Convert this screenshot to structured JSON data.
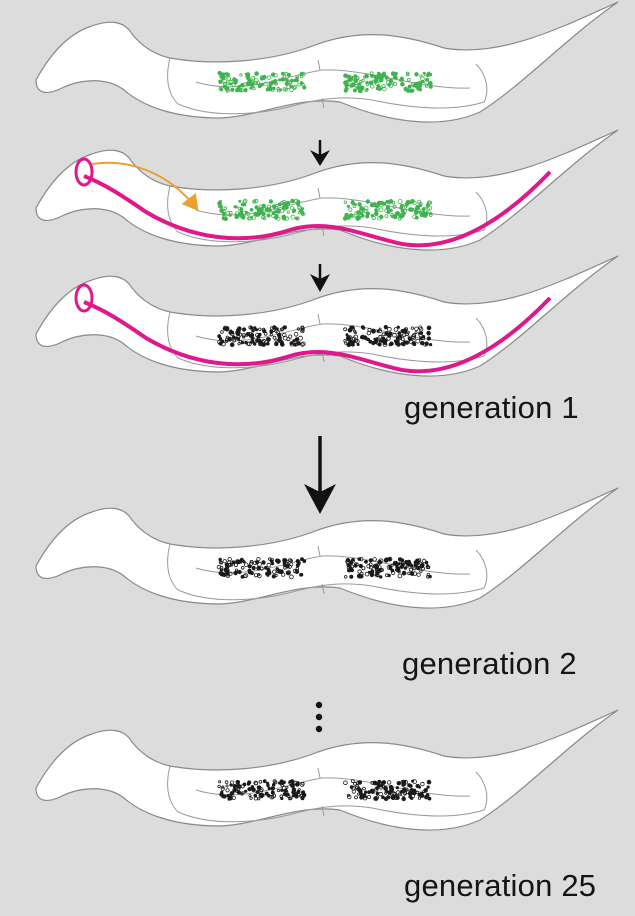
{
  "labels": {
    "generation_1": "generation 1",
    "generation_2": "generation 2",
    "generation_25": "generation 25"
  },
  "worms": [
    {
      "name": "worm-parent",
      "germline": "green",
      "injected_rna": false
    },
    {
      "name": "worm-injected",
      "germline": "green",
      "injected_rna": true
    },
    {
      "name": "worm-generation-1",
      "germline": "black",
      "injected_rna": true
    },
    {
      "name": "worm-generation-2",
      "germline": "black",
      "injected_rna": false
    },
    {
      "name": "worm-generation-25",
      "germline": "black",
      "injected_rna": false
    }
  ],
  "colors": {
    "background": "#dcdcdc",
    "body": "#ffffff",
    "outline": "#8a8a8a",
    "germline_green": "#3fb34f",
    "germline_black": "#1a1a1a",
    "injected_rna": "#e0188c",
    "injection_arrow": "#e8a030",
    "arrow": "#111111"
  },
  "icons": [
    "down-arrow",
    "vertical-ellipsis"
  ]
}
